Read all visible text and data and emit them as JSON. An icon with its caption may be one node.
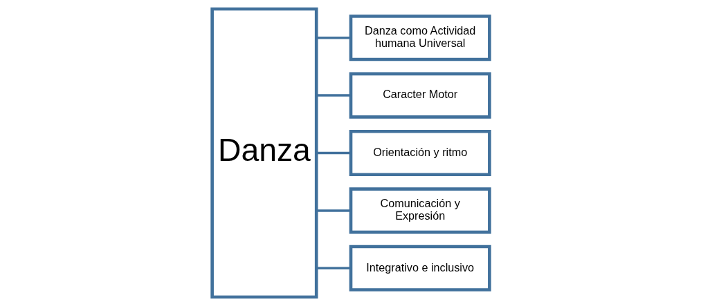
{
  "diagram": {
    "nodes": [
      {
        "text": [
          "Danza"
        ]
      },
      {
        "text": [
          "Danza como Actividad humana Universal"
        ]
      },
      {
        "text": [
          "Caracter Motor"
        ]
      },
      {
        "text": [
          "Orientación y ritmo"
        ]
      },
      {
        "text": [
          "Comunicación y Expresión"
        ]
      },
      {
        "text": [
          "Integrativo e inclusivo"
        ]
      }
    ],
    "edges": [
      {
        "from": 0,
        "to": 1,
        "arrow": "none"
      },
      {
        "from": 0,
        "to": 2,
        "arrow": "none"
      },
      {
        "from": 0,
        "to": 3,
        "arrow": "none"
      },
      {
        "from": 0,
        "to": 4,
        "arrow": "none"
      },
      {
        "from": 0,
        "to": 5,
        "arrow": "none"
      }
    ]
  }
}
